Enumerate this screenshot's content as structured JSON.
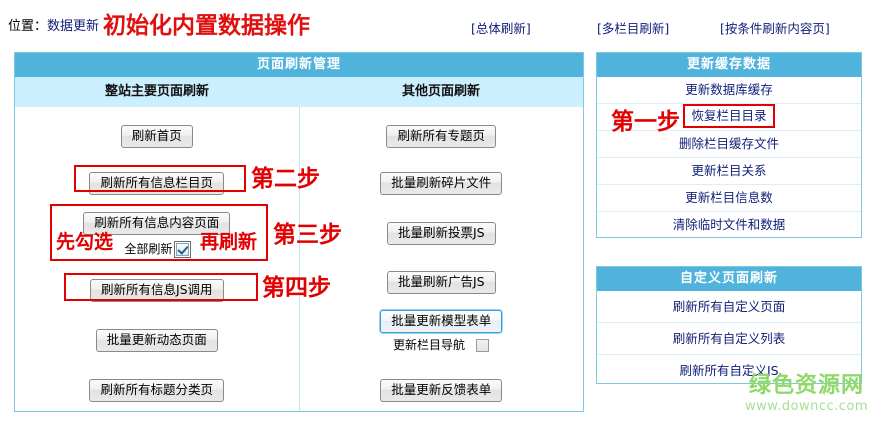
{
  "header": {
    "breadcrumb_label": "位置：",
    "breadcrumb_current": "数据更新",
    "title": "初始化内置数据操作",
    "links": [
      {
        "label": "[总体刷新]"
      },
      {
        "label": "[多栏目刷新]"
      },
      {
        "label": "[按条件刷新内容页]"
      }
    ]
  },
  "main_panel": {
    "title": "页面刷新管理",
    "left_column": {
      "heading": "整站主要页面刷新",
      "buttons": [
        {
          "label": "刷新首页"
        },
        {
          "label": "刷新所有信息栏目页"
        },
        {
          "label": "刷新所有信息内容页面"
        },
        {
          "label": "刷新所有信息JS调用"
        },
        {
          "label": "批量更新动态页面"
        },
        {
          "label": "刷新所有标题分类页"
        }
      ],
      "checkbox": {
        "label": "全部刷新",
        "checked": true
      }
    },
    "right_column": {
      "heading": "其他页面刷新",
      "buttons": [
        {
          "label": "刷新所有专题页"
        },
        {
          "label": "批量刷新碎片文件"
        },
        {
          "label": "批量刷新投票JS"
        },
        {
          "label": "批量刷新广告JS"
        },
        {
          "label": "批量更新模型表单"
        },
        {
          "label": "批量更新反馈表单"
        }
      ],
      "checkbox": {
        "label": "更新栏目导航",
        "checked": false
      }
    }
  },
  "annotations": {
    "step1": "第一步",
    "step2": "第二步",
    "step3": "第三步",
    "step4": "第四步",
    "tick_first": "先勾选",
    "then_refresh": "再刷新"
  },
  "cache_panel": {
    "title": "更新缓存数据",
    "items": [
      {
        "label": "更新数据库缓存",
        "highlighted": false
      },
      {
        "label": "恢复栏目目录",
        "highlighted": true
      },
      {
        "label": "删除栏目缓存文件",
        "highlighted": false
      },
      {
        "label": "更新栏目关系",
        "highlighted": false
      },
      {
        "label": "更新栏目信息数",
        "highlighted": false
      },
      {
        "label": "清除临时文件和数据",
        "highlighted": false
      }
    ]
  },
  "custom_panel": {
    "title": "自定义页面刷新",
    "items": [
      {
        "label": "刷新所有自定义页面"
      },
      {
        "label": "刷新所有自定义列表"
      },
      {
        "label": "刷新所有自定义JS"
      }
    ]
  },
  "watermark": {
    "brand": "绿色资源网",
    "url": "www.downcc.com"
  },
  "colors": {
    "header_blue": "#4fb3dc",
    "subheader_blue": "#ccefff",
    "panel_border": "#7ec8e3",
    "annotation_red": "#e20000",
    "link_navy": "#12207a",
    "title_red": "#e01010",
    "watermark_green": "#8fd96b"
  }
}
